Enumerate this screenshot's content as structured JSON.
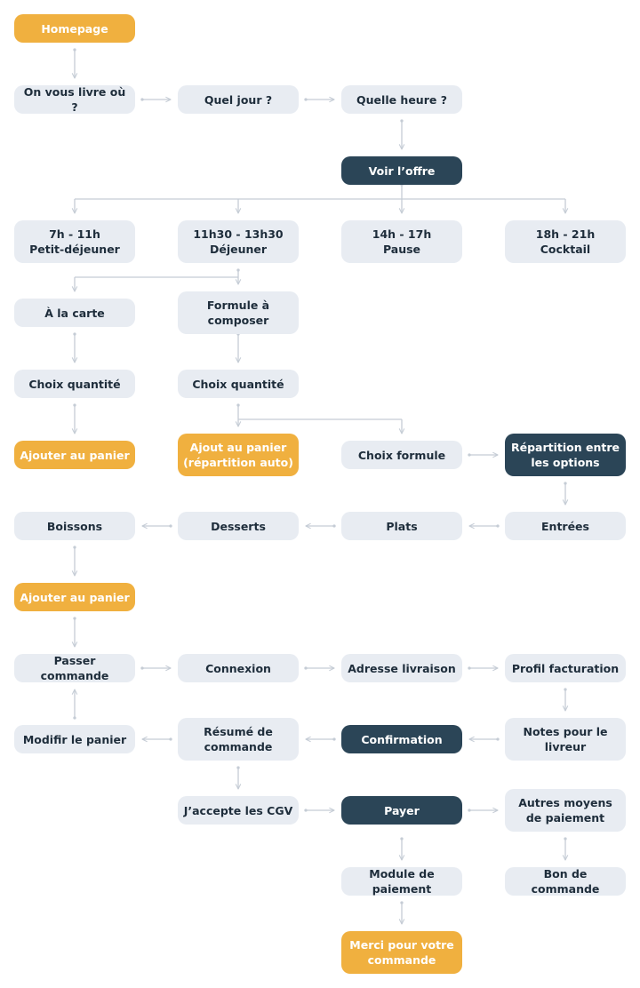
{
  "nodes": {
    "homepage": "Homepage",
    "livre_ou": "On vous livre où ?",
    "quel_jour": "Quel jour ?",
    "quelle_heure": "Quelle heure ?",
    "voir_offre": "Voir l’offre",
    "petit_dej": "7h - 11h\nPetit-déjeuner",
    "dejeuner": "11h30 - 13h30\nDéjeuner",
    "pause": "14h - 17h\nPause",
    "cocktail": "18h - 21h\nCocktail",
    "a_la_carte": "À la carte",
    "formule_composer": "Formule à\ncomposer",
    "choix_qte_1": "Choix quantité",
    "choix_qte_2": "Choix quantité",
    "ajouter_panier_1": "Ajouter au panier",
    "ajout_panier_auto": "Ajout au panier\n(répartition auto)",
    "choix_formule": "Choix formule",
    "repartition": "Répartition entre\nles options",
    "boissons": "Boissons",
    "desserts": "Desserts",
    "plats": "Plats",
    "entrees": "Entrées",
    "ajouter_panier_2": "Ajouter au panier",
    "passer_commande": "Passer commande",
    "connexion": "Connexion",
    "adresse": "Adresse livraison",
    "profil": "Profil facturation",
    "modifier_panier": "Modifir le panier",
    "resume": "Résumé de\ncommande",
    "confirmation": "Confirmation",
    "notes": "Notes pour le\nlivreur",
    "cgv": "J’accepte les CGV",
    "payer": "Payer",
    "autres_moyens": "Autres moyens\nde paiement",
    "module_paiement": "Module de paiement",
    "bon_commande": "Bon de commande",
    "merci": "Merci pour votre\ncommande"
  },
  "colors": {
    "light": "#e8ecf2",
    "dark": "#2b4557",
    "accent": "#f0b03f",
    "connector": "#c5ccd5"
  }
}
